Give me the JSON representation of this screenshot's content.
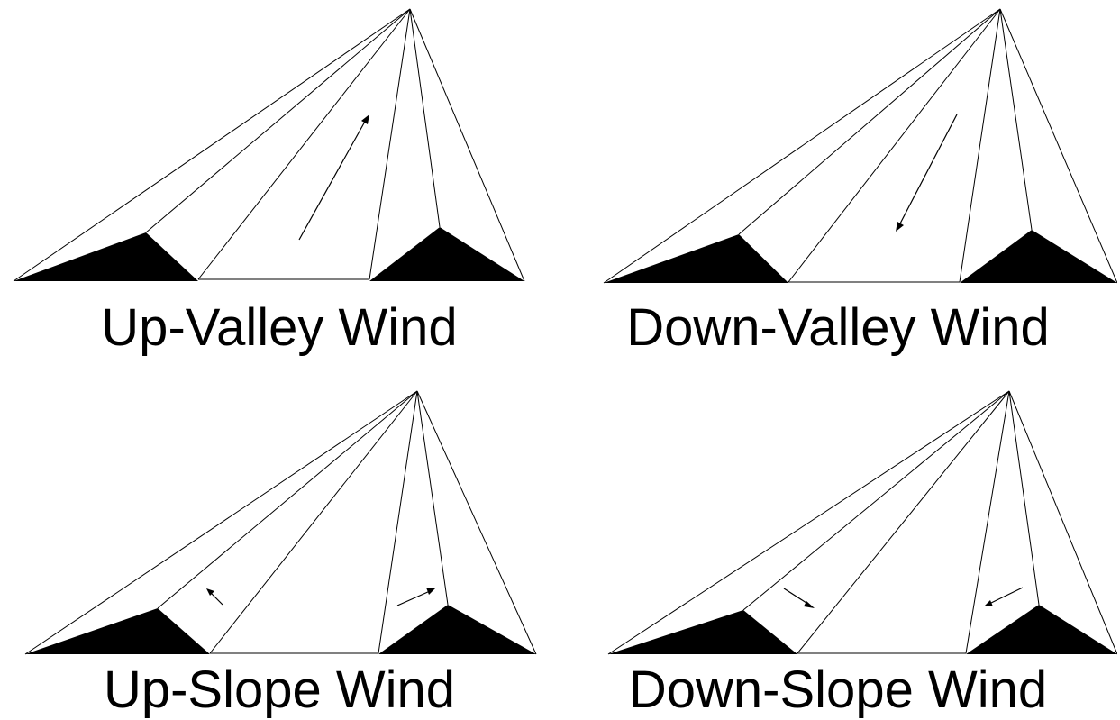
{
  "panels": {
    "up_valley": {
      "caption": "Up-Valley Wind"
    },
    "down_valley": {
      "caption": "Down-Valley Wind"
    },
    "up_slope": {
      "caption": "Up-Slope Wind"
    },
    "down_slope": {
      "caption": "Down-Slope Wind"
    }
  },
  "colors": {
    "line": "#000000",
    "ridge_fill": "#000000",
    "background": "#ffffff"
  }
}
